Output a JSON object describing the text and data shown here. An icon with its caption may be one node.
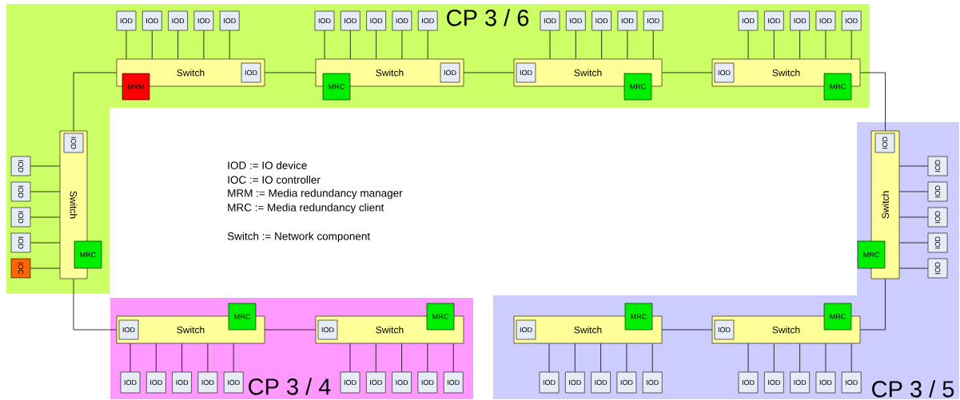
{
  "diagram": {
    "nodes": [
      {
        "text": [
          "CP 3 / 6"
        ]
      },
      {
        "text": [
          "Switch"
        ],
        "in": 0
      },
      {
        "text": [
          "IOD"
        ],
        "in": 1
      },
      {
        "text": [
          "MRM"
        ],
        "in": 0
      },
      {
        "text": [
          "IOD"
        ],
        "in": 0
      },
      {
        "text": [
          "IOD"
        ],
        "in": 0
      },
      {
        "text": [
          "IOD"
        ],
        "in": 0
      },
      {
        "text": [
          "IOD"
        ],
        "in": 0
      },
      {
        "text": [
          "IOD"
        ],
        "in": 0
      },
      {
        "text": [
          "Switch"
        ],
        "in": 0
      },
      {
        "text": [
          "IOD"
        ],
        "in": 9
      },
      {
        "text": [
          "MRC"
        ],
        "in": 0
      },
      {
        "text": [
          "IOD"
        ],
        "in": 0
      },
      {
        "text": [
          "IOD"
        ],
        "in": 0
      },
      {
        "text": [
          "IOD"
        ],
        "in": 0
      },
      {
        "text": [
          "IOD"
        ],
        "in": 0
      },
      {
        "text": [
          "IOD"
        ],
        "in": 0
      },
      {
        "text": [
          "Switch"
        ],
        "in": 0
      },
      {
        "text": [
          "IOD"
        ],
        "in": 17
      },
      {
        "text": [
          "MRC"
        ],
        "in": 0
      },
      {
        "text": [
          "IOD"
        ],
        "in": 0
      },
      {
        "text": [
          "IOD"
        ],
        "in": 0
      },
      {
        "text": [
          "IOD"
        ],
        "in": 0
      },
      {
        "text": [
          "IOD"
        ],
        "in": 0
      },
      {
        "text": [
          "IOD"
        ],
        "in": 0
      },
      {
        "text": [
          "Switch"
        ],
        "in": 0
      },
      {
        "text": [
          "IOD"
        ],
        "in": 25
      },
      {
        "text": [
          "MRC"
        ],
        "in": 0
      },
      {
        "text": [
          "IOD"
        ],
        "in": 0
      },
      {
        "text": [
          "IOD"
        ],
        "in": 0
      },
      {
        "text": [
          "IOD"
        ],
        "in": 0
      },
      {
        "text": [
          "IOD"
        ],
        "in": 0
      },
      {
        "text": [
          "IOD"
        ],
        "in": 0
      },
      {
        "text": [
          "Switch"
        ],
        "in": 0
      },
      {
        "text": [
          "IOD"
        ],
        "in": 33
      },
      {
        "text": [
          "MRC"
        ],
        "in": 0
      },
      {
        "text": [
          "IOD"
        ],
        "in": 0
      },
      {
        "text": [
          "IOD"
        ],
        "in": 0
      },
      {
        "text": [
          "IOD"
        ],
        "in": 0
      },
      {
        "text": [
          "IOD"
        ],
        "in": 0
      },
      {
        "text": [
          "IOC"
        ],
        "in": 0
      },
      {
        "text": [
          "CP 3 / 4"
        ]
      },
      {
        "text": [
          "Switch"
        ],
        "in": 41
      },
      {
        "text": [
          "IOD"
        ],
        "in": 42
      },
      {
        "text": [
          "MRC"
        ],
        "in": 41
      },
      {
        "text": [
          "IOD"
        ],
        "in": 41
      },
      {
        "text": [
          "IOD"
        ],
        "in": 41
      },
      {
        "text": [
          "IOD"
        ],
        "in": 41
      },
      {
        "text": [
          "IOD"
        ],
        "in": 41
      },
      {
        "text": [
          "IOD"
        ],
        "in": 41
      },
      {
        "text": [
          "Switch"
        ],
        "in": 41
      },
      {
        "text": [
          "IOD"
        ],
        "in": 50
      },
      {
        "text": [
          "MRC"
        ],
        "in": 41
      },
      {
        "text": [
          "IOD"
        ],
        "in": 41
      },
      {
        "text": [
          "IOD"
        ],
        "in": 41
      },
      {
        "text": [
          "IOD"
        ],
        "in": 41
      },
      {
        "text": [
          "IOD"
        ],
        "in": 41
      },
      {
        "text": [
          "IOD"
        ],
        "in": 41
      },
      {
        "text": [
          "CP 3 / 5"
        ]
      },
      {
        "text": [
          "Switch"
        ],
        "in": 58
      },
      {
        "text": [
          "IOD"
        ],
        "in": 59
      },
      {
        "text": [
          "MRC"
        ],
        "in": 58
      },
      {
        "text": [
          "IOD"
        ],
        "in": 58
      },
      {
        "text": [
          "IOD"
        ],
        "in": 58
      },
      {
        "text": [
          "IOD"
        ],
        "in": 58
      },
      {
        "text": [
          "IOD"
        ],
        "in": 58
      },
      {
        "text": [
          "IOD"
        ],
        "in": 58
      },
      {
        "text": [
          "Switch"
        ],
        "in": 58
      },
      {
        "text": [
          "IOD"
        ],
        "in": 67
      },
      {
        "text": [
          "MRC"
        ],
        "in": 58
      },
      {
        "text": [
          "IOD"
        ],
        "in": 58
      },
      {
        "text": [
          "IOD"
        ],
        "in": 58
      },
      {
        "text": [
          "IOD"
        ],
        "in": 58
      },
      {
        "text": [
          "IOD"
        ],
        "in": 58
      },
      {
        "text": [
          "IOD"
        ],
        "in": 58
      },
      {
        "text": [
          "Switch"
        ],
        "in": 58
      },
      {
        "text": [
          "IOD"
        ],
        "in": 75
      },
      {
        "text": [
          "MRC"
        ],
        "in": 58
      },
      {
        "text": [
          "IOD"
        ],
        "in": 58
      },
      {
        "text": [
          "IOD"
        ],
        "in": 58
      },
      {
        "text": [
          "IOD"
        ],
        "in": 58
      },
      {
        "text": [
          "IOD"
        ],
        "in": 58
      },
      {
        "text": [
          "IOD"
        ],
        "in": 58
      }
    ],
    "edges": [
      {
        "from": 33,
        "to": 1,
        "arrow": "none"
      },
      {
        "from": 1,
        "to": 9,
        "arrow": "none"
      },
      {
        "from": 9,
        "to": 17,
        "arrow": "none"
      },
      {
        "from": 17,
        "to": 25,
        "arrow": "none"
      },
      {
        "from": 25,
        "to": 59,
        "arrow": "none"
      },
      {
        "from": 59,
        "to": 75,
        "arrow": "none"
      },
      {
        "from": 75,
        "to": 67,
        "arrow": "none"
      },
      {
        "from": 33,
        "to": 42,
        "arrow": "none"
      },
      {
        "from": 42,
        "to": 50,
        "arrow": "none"
      },
      {
        "from": 1,
        "to": 4,
        "arrow": "none"
      },
      {
        "from": 1,
        "to": 5,
        "arrow": "none"
      },
      {
        "from": 1,
        "to": 6,
        "arrow": "none"
      },
      {
        "from": 1,
        "to": 7,
        "arrow": "none"
      },
      {
        "from": 1,
        "to": 8,
        "arrow": "none"
      },
      {
        "from": 9,
        "to": 12,
        "arrow": "none"
      },
      {
        "from": 9,
        "to": 13,
        "arrow": "none"
      },
      {
        "from": 9,
        "to": 14,
        "arrow": "none"
      },
      {
        "from": 9,
        "to": 15,
        "arrow": "none"
      },
      {
        "from": 9,
        "to": 16,
        "arrow": "none"
      },
      {
        "from": 17,
        "to": 20,
        "arrow": "none"
      },
      {
        "from": 17,
        "to": 21,
        "arrow": "none"
      },
      {
        "from": 17,
        "to": 22,
        "arrow": "none"
      },
      {
        "from": 17,
        "to": 23,
        "arrow": "none"
      },
      {
        "from": 17,
        "to": 24,
        "arrow": "none"
      },
      {
        "from": 25,
        "to": 28,
        "arrow": "none"
      },
      {
        "from": 25,
        "to": 29,
        "arrow": "none"
      },
      {
        "from": 25,
        "to": 30,
        "arrow": "none"
      },
      {
        "from": 25,
        "to": 31,
        "arrow": "none"
      },
      {
        "from": 25,
        "to": 32,
        "arrow": "none"
      },
      {
        "from": 33,
        "to": 36,
        "arrow": "none"
      },
      {
        "from": 33,
        "to": 37,
        "arrow": "none"
      },
      {
        "from": 33,
        "to": 38,
        "arrow": "none"
      },
      {
        "from": 33,
        "to": 39,
        "arrow": "none"
      },
      {
        "from": 33,
        "to": 40,
        "arrow": "none"
      },
      {
        "from": 42,
        "to": 45,
        "arrow": "none"
      },
      {
        "from": 42,
        "to": 46,
        "arrow": "none"
      },
      {
        "from": 42,
        "to": 47,
        "arrow": "none"
      },
      {
        "from": 42,
        "to": 48,
        "arrow": "none"
      },
      {
        "from": 42,
        "to": 49,
        "arrow": "none"
      },
      {
        "from": 50,
        "to": 53,
        "arrow": "none"
      },
      {
        "from": 50,
        "to": 54,
        "arrow": "none"
      },
      {
        "from": 50,
        "to": 55,
        "arrow": "none"
      },
      {
        "from": 50,
        "to": 56,
        "arrow": "none"
      },
      {
        "from": 50,
        "to": 57,
        "arrow": "none"
      },
      {
        "from": 59,
        "to": 62,
        "arrow": "none"
      },
      {
        "from": 59,
        "to": 63,
        "arrow": "none"
      },
      {
        "from": 59,
        "to": 64,
        "arrow": "none"
      },
      {
        "from": 59,
        "to": 65,
        "arrow": "none"
      },
      {
        "from": 59,
        "to": 66,
        "arrow": "none"
      },
      {
        "from": 67,
        "to": 70,
        "arrow": "none"
      },
      {
        "from": 67,
        "to": 71,
        "arrow": "none"
      },
      {
        "from": 67,
        "to": 72,
        "arrow": "none"
      },
      {
        "from": 67,
        "to": 73,
        "arrow": "none"
      },
      {
        "from": 67,
        "to": 74,
        "arrow": "none"
      },
      {
        "from": 75,
        "to": 78,
        "arrow": "none"
      },
      {
        "from": 75,
        "to": 79,
        "arrow": "none"
      },
      {
        "from": 75,
        "to": 80,
        "arrow": "none"
      },
      {
        "from": 75,
        "to": 81,
        "arrow": "none"
      },
      {
        "from": 75,
        "to": 82,
        "arrow": "none"
      }
    ],
    "labels": [
      "IOD := IO device",
      "IOC := IO controller",
      "MRM := Media redundancy manager",
      "MRC := Media redundancy client",
      "Switch := Network component"
    ]
  }
}
